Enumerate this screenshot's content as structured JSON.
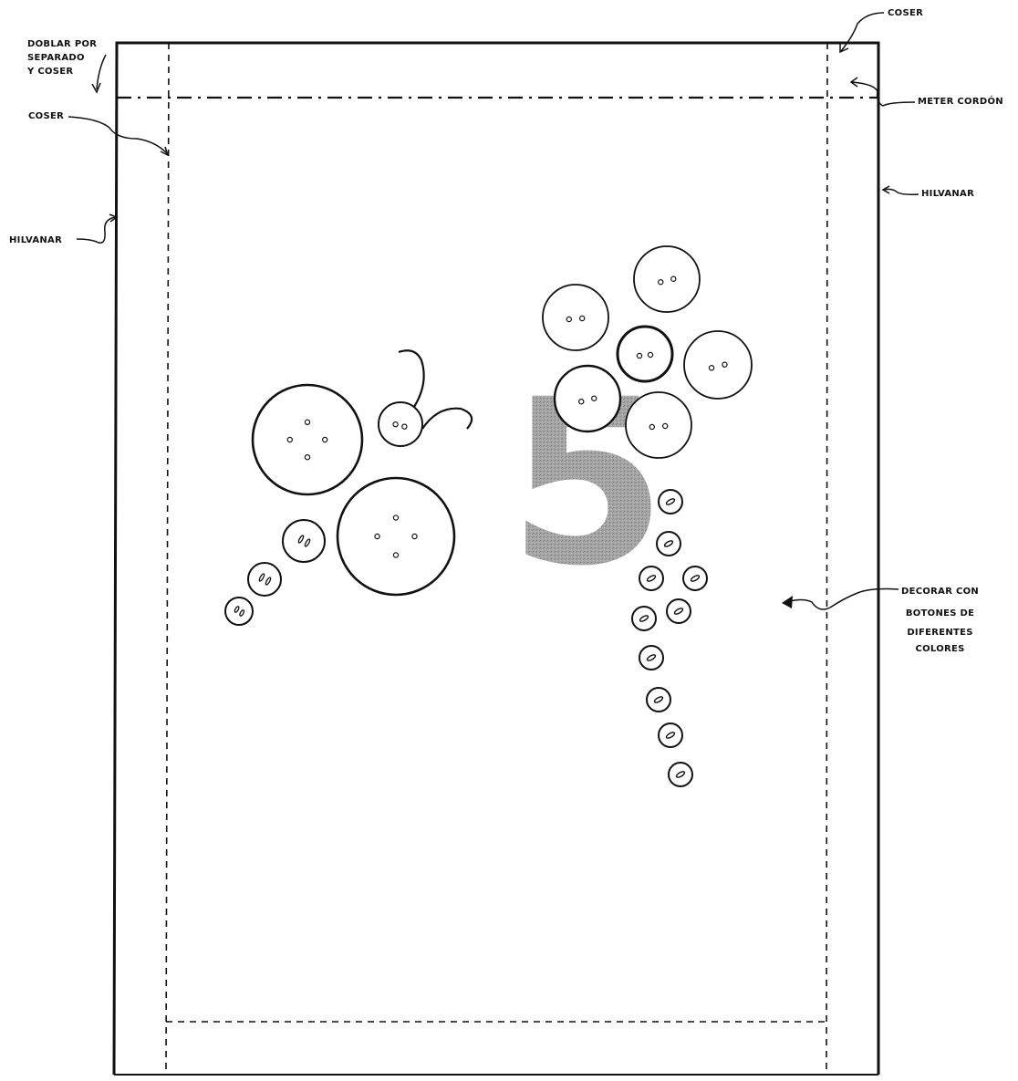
{
  "labels": {
    "doblar": [
      "DOBLAR POR",
      "SEPARADO",
      "Y COSER"
    ],
    "coser_left": "COSER",
    "coser_top": "COSER",
    "meter_cordon": "METER CORDÓN",
    "hilvanar_left": "HILVANAR",
    "hilvanar_right": "HILVANAR",
    "decorar": [
      "DECORAR CON",
      "BOTONES DE",
      "DIFERENTES",
      "COLORES"
    ]
  },
  "digit": "5",
  "colors": {
    "ink": "#111111",
    "digit_fill": "#9a9a9a"
  }
}
